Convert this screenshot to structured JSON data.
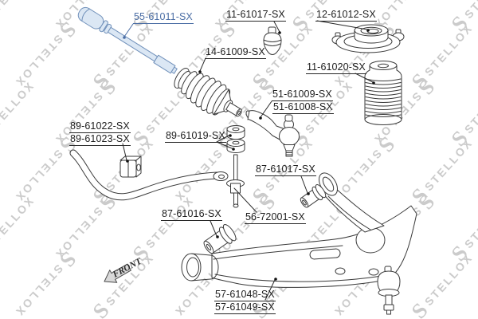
{
  "watermark": {
    "brand": "STELLOX",
    "tile_text": "STELLOX",
    "logo_glyph": "S",
    "color": "#cbcbcb"
  },
  "colors": {
    "highlight": "#4b6ea5",
    "label": "#1d1d1d",
    "line": "#3a3a3a"
  },
  "front_arrow": {
    "label": "FRONT",
    "icon": "front-direction-arrow"
  },
  "labels": [
    {
      "part": "axial-joint",
      "text": "55-61011-SX",
      "highlighted": true
    },
    {
      "part": "bump-stop",
      "text": "11-61017-SX",
      "highlighted": false
    },
    {
      "part": "strut-mount",
      "text": "12-61012-SX",
      "highlighted": false
    },
    {
      "part": "steering-rack-boot",
      "text": "14-61009-SX",
      "highlighted": false
    },
    {
      "part": "shock-dust-boot",
      "text": "11-61020-SX",
      "highlighted": false
    },
    {
      "part": "tie-rod-end-a",
      "text": "51-61009-SX",
      "highlighted": false
    },
    {
      "part": "tie-rod-end-b",
      "text": "51-61008-SX",
      "highlighted": false
    },
    {
      "part": "stabilizer-bushing-a",
      "text": "89-61022-SX",
      "highlighted": false
    },
    {
      "part": "stabilizer-bushing-b",
      "text": "89-61023-SX",
      "highlighted": false
    },
    {
      "part": "stabilizer-link-grommets",
      "text": "89-61019-SX",
      "highlighted": false
    },
    {
      "part": "arm-bushing-rear",
      "text": "87-61017-SX",
      "highlighted": false
    },
    {
      "part": "arm-bushing-front",
      "text": "87-61016-SX",
      "highlighted": false
    },
    {
      "part": "stabilizer-link",
      "text": "56-72001-SX",
      "highlighted": false
    },
    {
      "part": "control-arm-a",
      "text": "57-61048-SX",
      "highlighted": false
    },
    {
      "part": "control-arm-b",
      "text": "57-61049-SX",
      "highlighted": false
    }
  ]
}
